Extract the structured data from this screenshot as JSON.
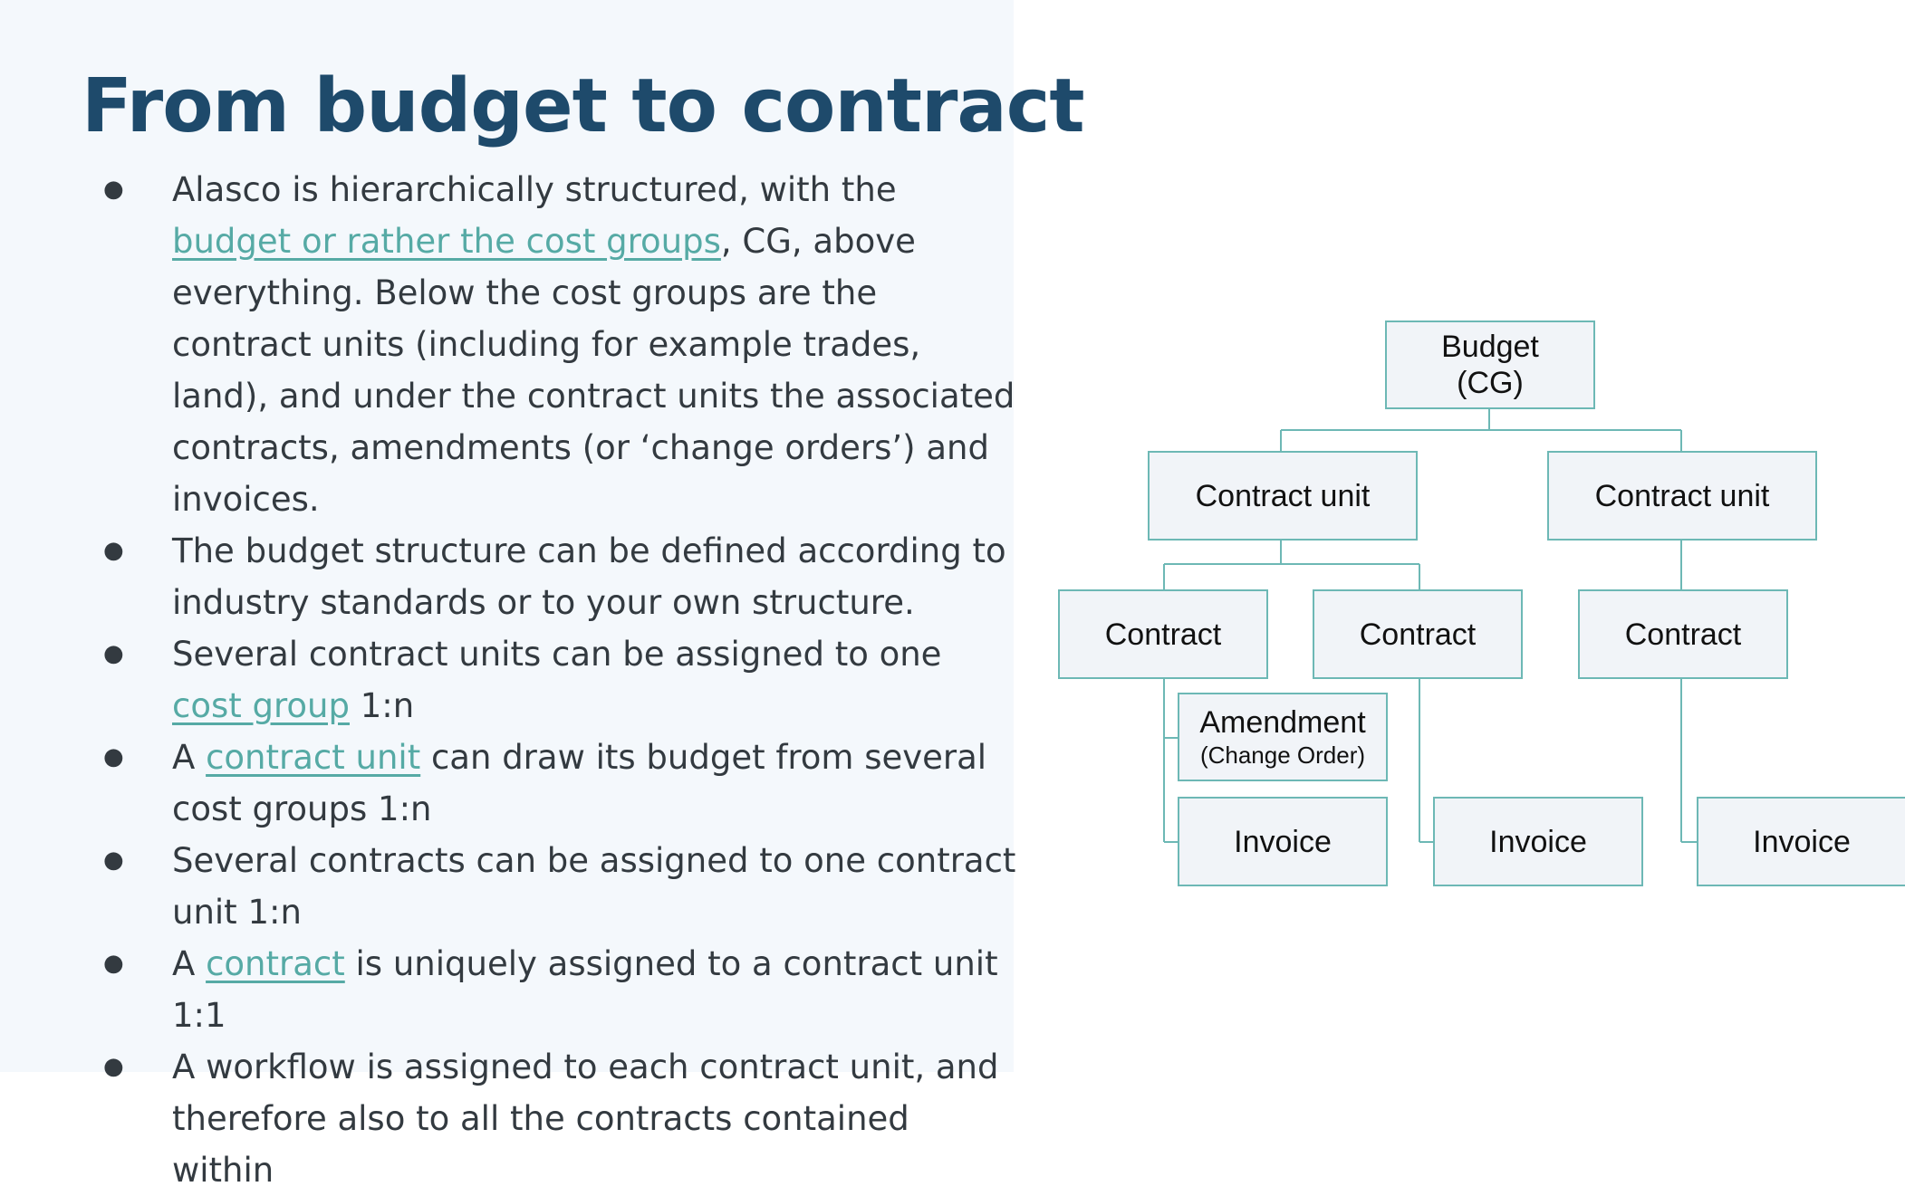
{
  "slide": {
    "title": "From budget to contract",
    "bullets": [
      [
        {
          "text": "Alasco is hierarchically structured, with the "
        },
        {
          "text": "budget or rather the cost groups",
          "link": true
        },
        {
          "text": ", CG, above everything. Below the cost groups are the contract units (including for example trades, land), and under the contract units the associated contracts, amendments (or ‘change orders’) and invoices."
        }
      ],
      [
        {
          "text": "The budget structure can be defined according to industry standards or to your own structure."
        }
      ],
      [
        {
          "text": "Several contract units can be assigned to one "
        },
        {
          "text": "cost group",
          "link": true
        },
        {
          "text": " 1:n"
        }
      ],
      [
        {
          "text": "A "
        },
        {
          "text": "contract unit",
          "link": true
        },
        {
          "text": " can draw its budget from several cost groups 1:n"
        }
      ],
      [
        {
          "text": "Several contracts can be assigned to one contract unit 1:n"
        }
      ],
      [
        {
          "text": "A "
        },
        {
          "text": "contract",
          "link": true
        },
        {
          "text": " is uniquely assigned to a contract unit 1:1"
        }
      ],
      [
        {
          "text": "A workflow is assigned to each contract unit, and therefore also to all the contracts contained within"
        }
      ]
    ]
  },
  "diagram": {
    "budget": {
      "line1": "Budget",
      "line2": "(CG)"
    },
    "contract_unit_1": "Contract unit",
    "contract_unit_2": "Contract unit",
    "contract_1": "Contract",
    "contract_2": "Contract",
    "contract_3": "Contract",
    "amendment": {
      "line1": "Amendment",
      "line2": "(Change Order)"
    },
    "invoice_1": "Invoice",
    "invoice_2": "Invoice",
    "invoice_3": "Invoice"
  },
  "colors": {
    "title": "#1e4a6b",
    "link": "#56aaa5",
    "node_border": "#6db8b5",
    "node_fill": "#f1f4f8",
    "panel_bg": "#f4f8fc"
  }
}
